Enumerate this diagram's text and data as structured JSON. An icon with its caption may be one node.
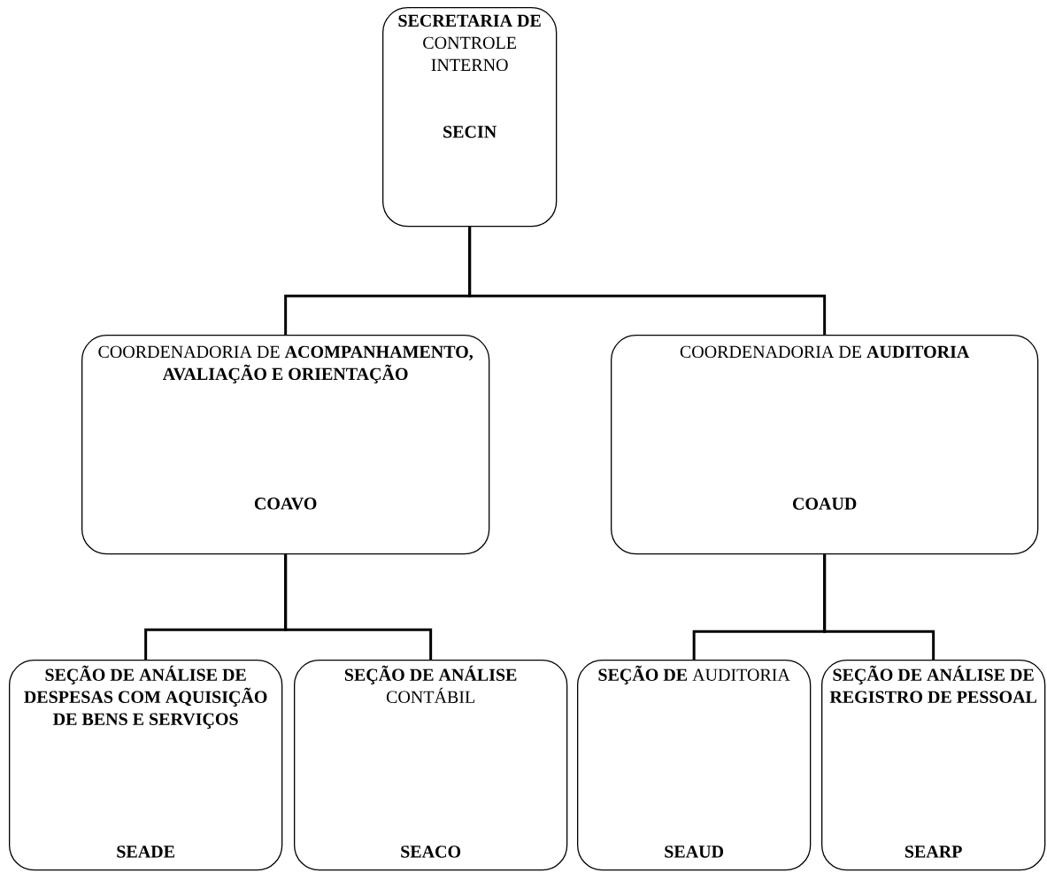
{
  "diagram": {
    "nodes": [
      {
        "text": [
          "**SECRETARIA DE** CONTROLE INTERNO",
          "SECIN"
        ]
      },
      {
        "text": [
          "COORDENADORIA DE **ACOMPANHAMENTO, AVALIAÇÃO E ORIENTAÇÃO**",
          "COAVO"
        ]
      },
      {
        "text": [
          "COORDENADORIA DE **AUDITORIA**",
          "COAUD"
        ]
      },
      {
        "text": [
          "SEÇÃO DE ANÁLISE DE DESPESAS COM AQUISIÇÃO DE BENS E SERVIÇOS",
          "SEADE"
        ]
      },
      {
        "text": [
          "**SEÇÃO DE ANÁLISE** CONTÁBIL",
          "SEACO"
        ]
      },
      {
        "text": [
          "**SEÇÃO DE** AUDITORIA",
          "SEAUD"
        ]
      },
      {
        "text": [
          "SEÇÃO DE ANÁLISE DE REGISTRO DE PESSOAL",
          "SEARP"
        ]
      }
    ],
    "edges": [
      {
        "from": 0,
        "to": 1,
        "arrow": "none"
      },
      {
        "from": 0,
        "to": 2,
        "arrow": "none"
      },
      {
        "from": 1,
        "to": 3,
        "arrow": "none"
      },
      {
        "from": 1,
        "to": 4,
        "arrow": "none"
      },
      {
        "from": 2,
        "to": 5,
        "arrow": "none"
      },
      {
        "from": 2,
        "to": 6,
        "arrow": "none"
      }
    ]
  }
}
